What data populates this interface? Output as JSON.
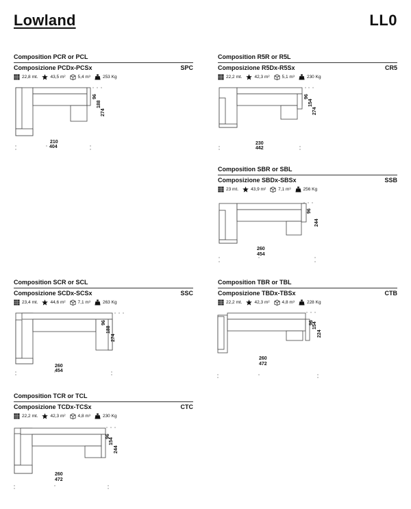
{
  "header": {
    "title": "Lowland",
    "code": "LL0"
  },
  "colors": {
    "line": "#444444",
    "fill": "#ffffff",
    "text": "#111111"
  },
  "icons": {
    "seat": "grid-square-icon",
    "star": "star-icon",
    "volume": "cube-icon",
    "weight": "weight-icon"
  },
  "compositions": [
    {
      "name_en": "Composition PCR or PCL",
      "name_it": "Composizione PCDx-PCSx",
      "ref": "SPC",
      "specs": {
        "length": "22,8 mt.",
        "area": "43,5 m²",
        "volume": "5,4 m³",
        "weight": "253 Kg"
      },
      "dims": {
        "width_inner": "210",
        "width_total": "404",
        "depth_arm": "96",
        "depth_mid": "188",
        "depth_total": "274"
      }
    },
    {
      "name_en": "Composition R5R or R5L",
      "name_it": "Composizione R5Dx-R5Sx",
      "ref": "CR5",
      "specs": {
        "length": "22,2 mt.",
        "area": "42,3 m²",
        "volume": "5,1 m³",
        "weight": "230 Kg"
      },
      "dims": {
        "width_inner": "230",
        "width_total": "442",
        "depth_arm": "96",
        "depth_mid": "154",
        "depth_total": "274"
      }
    },
    {
      "name_en": "Composition SBR or SBL",
      "name_it": "Composizione SBDx-SBSx",
      "ref": "SSB",
      "specs": {
        "length": "23 mt.",
        "area": "43,9 m²",
        "volume": "7,1 m³",
        "weight": "256 Kg"
      },
      "dims": {
        "width_inner": "260",
        "width_total": "454",
        "depth_arm": "96",
        "depth_total": "244"
      }
    },
    {
      "name_en": "Composition SCR or SCL",
      "name_it": "Composizione SCDx-SCSx",
      "ref": "SSC",
      "specs": {
        "length": "23,4 mt.",
        "area": "44,6 m²",
        "volume": "7,1 m³",
        "weight": "263 Kg"
      },
      "dims": {
        "width_inner": "260",
        "width_total": "454",
        "depth_arm": "96",
        "depth_mid": "188",
        "depth_total": "274"
      }
    },
    {
      "name_en": "Composition TBR or TBL",
      "name_it": "Composizione TBDx-TBSx",
      "ref": "CTB",
      "specs": {
        "length": "22,2 mt.",
        "area": "42,3 m²",
        "volume": "4,8 m³",
        "weight": "228 Kg"
      },
      "dims": {
        "width_inner": "260",
        "width_total": "472",
        "depth_arm": "96",
        "depth_mid": "154",
        "depth_total": "224"
      }
    },
    {
      "name_en": "Composition TCR or TCL",
      "name_it": "Composizione TCDx-TCSx",
      "ref": "CTC",
      "specs": {
        "length": "22,2 mt.",
        "area": "42,3 m²",
        "volume": "4,8 m³",
        "weight": "230 Kg"
      },
      "dims": {
        "width_inner": "260",
        "width_total": "472",
        "depth_arm": "96",
        "depth_mid": "154",
        "depth_total": "244"
      }
    }
  ]
}
